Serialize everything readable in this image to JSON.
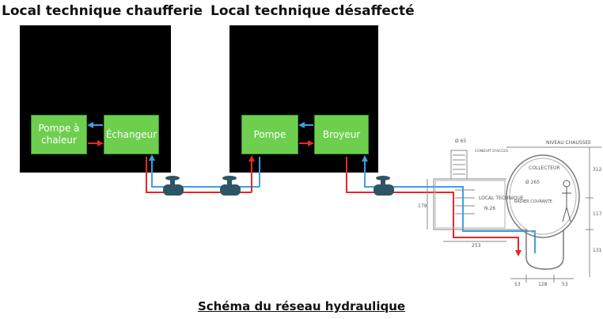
{
  "headings": {
    "left": "Local technique chaufferie",
    "right": "Local technique désaffecté"
  },
  "equipment": {
    "pompe_chaleur": "Pompe à chaleur",
    "echangeur": "Échangeur",
    "pompe": "Pompe",
    "broyeur": "Broyeur"
  },
  "section": {
    "niveau_chaussee": "NIVEAU CHAUSSEE",
    "collecteur": "COLLECTEUR",
    "diam_265": "Ø 265",
    "diam_65": "Ø 65",
    "conduit": "CONDUIT D'ACCES",
    "local_technique": "LOCAL TECHNIQUE",
    "niveau_n26": "N.26",
    "radier": "RADIER COURANTE",
    "dim_312": "312",
    "dim_117": "117",
    "dim_131": "131",
    "dim_179": "179",
    "dim_253": "253",
    "dim_53a": "53",
    "dim_128": "128",
    "dim_53b": "53"
  },
  "caption": "Schéma du réseau hydraulique",
  "colors": {
    "room": "#000000",
    "equipment": "#6ecf4f",
    "hot_pipe": "#e8262b",
    "cold_pipe": "#3aa0e8",
    "valve": "#2e5566"
  }
}
